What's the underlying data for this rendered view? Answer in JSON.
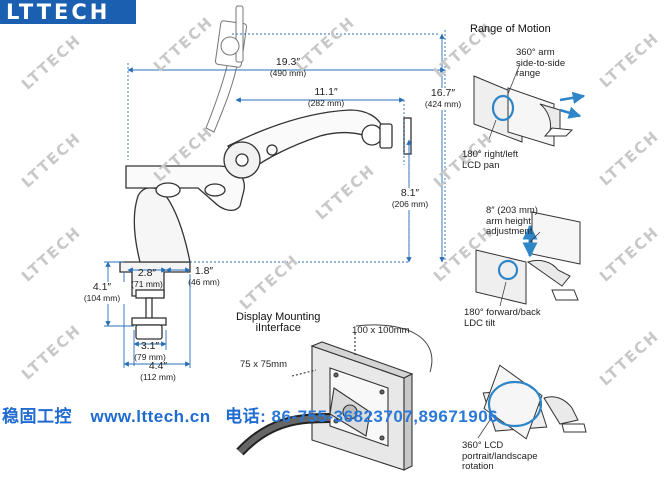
{
  "logo": "LTTECH",
  "watermark": "LTTECH",
  "dimensions": {
    "width_total": {
      "in": "19.3″",
      "mm": "(490 mm)"
    },
    "arm_reach": {
      "in": "11.1″",
      "mm": "(282 mm)"
    },
    "height_total": {
      "in": "16.7″",
      "mm": "(424 mm)"
    },
    "arm_height": {
      "in": "8.1″",
      "mm": "(206 mm)"
    },
    "base_height": {
      "in": "4.1″",
      "mm": "(104 mm)"
    },
    "clamp_width": {
      "in": "2.8″",
      "mm": "(71 mm)"
    },
    "offset": {
      "in": "1.8″",
      "mm": "(46 mm)"
    },
    "clamp_depth": {
      "in": "3.1″",
      "mm": "(79 mm)"
    },
    "base_width": {
      "in": "4.4″",
      "mm": "(112 mm)"
    }
  },
  "range_of_motion": {
    "title": "Range of Motion",
    "side_to_side": "360° arm\nside-to-side\nrange",
    "pan": "180° right/left\nLCD pan",
    "height_adjust": "8″ (203 mm)\narm height\nadjustment",
    "tilt": "180° forward/back\nLDC tilt",
    "rotation": "360° LCD\nportrait/landscape\nrotation"
  },
  "mounting": {
    "title": "Display Mounting\niInterface",
    "vesa_large": "100 x 100mm",
    "vesa_small": "75 x 75mm"
  },
  "contact": {
    "company": "稳固工控",
    "website": "www.lttech.cn",
    "phone_label": "电话:",
    "phone": "86-755-36823707,89671906"
  },
  "colors": {
    "logo_bg": "#1a5fb0",
    "contact_text": "#1f6bd0",
    "dim_line": "#2a6fb8"
  }
}
